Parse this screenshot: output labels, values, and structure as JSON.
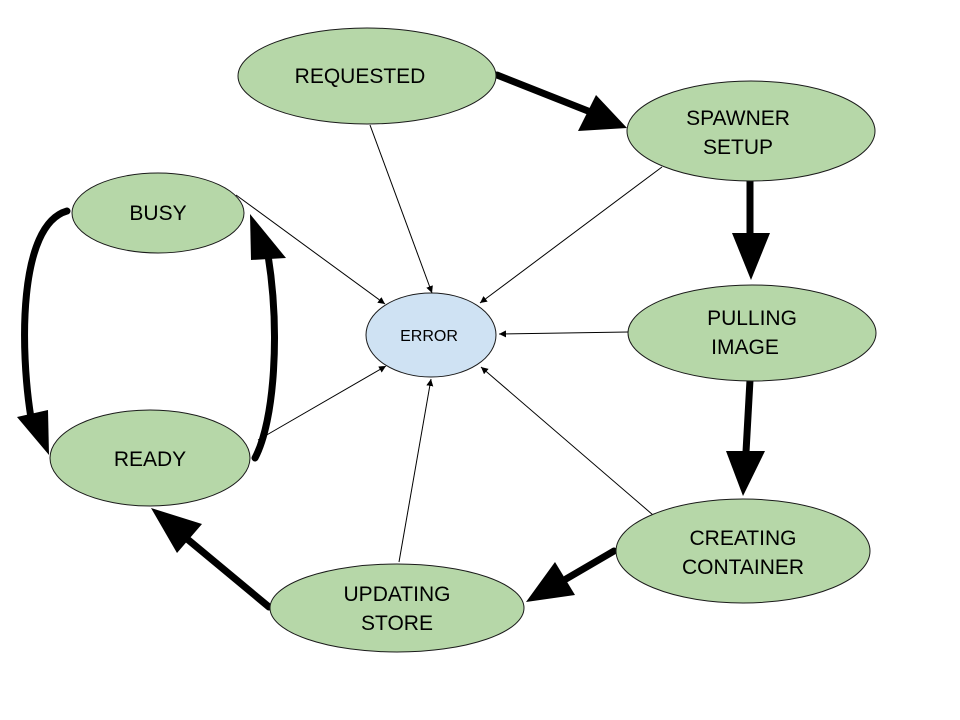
{
  "diagram": {
    "states": {
      "requested": [
        "REQUESTED"
      ],
      "spawner_setup": [
        "SPAWNER",
        "SETUP"
      ],
      "pulling_image": [
        "PULLING",
        "IMAGE"
      ],
      "creating_container": [
        "CREATING",
        "CONTAINER"
      ],
      "updating_store": [
        "UPDATING",
        "STORE"
      ],
      "ready": [
        "READY"
      ],
      "busy": [
        "BUSY"
      ],
      "error": [
        "ERROR"
      ]
    },
    "colors": {
      "state_fill": "#b6d7a8",
      "error_fill": "#cfe2f3",
      "edge": "#000000"
    },
    "transitions": [
      {
        "from": "REQUESTED",
        "to": "SPAWNER SETUP",
        "weight": "primary"
      },
      {
        "from": "SPAWNER SETUP",
        "to": "PULLING IMAGE",
        "weight": "primary"
      },
      {
        "from": "PULLING IMAGE",
        "to": "CREATING CONTAINER",
        "weight": "primary"
      },
      {
        "from": "CREATING CONTAINER",
        "to": "UPDATING STORE",
        "weight": "primary"
      },
      {
        "from": "UPDATING STORE",
        "to": "READY",
        "weight": "primary"
      },
      {
        "from": "READY",
        "to": "BUSY",
        "weight": "primary"
      },
      {
        "from": "BUSY",
        "to": "READY",
        "weight": "primary"
      },
      {
        "from": "REQUESTED",
        "to": "ERROR",
        "weight": "failure"
      },
      {
        "from": "SPAWNER SETUP",
        "to": "ERROR",
        "weight": "failure"
      },
      {
        "from": "PULLING IMAGE",
        "to": "ERROR",
        "weight": "failure"
      },
      {
        "from": "CREATING CONTAINER",
        "to": "ERROR",
        "weight": "failure"
      },
      {
        "from": "UPDATING STORE",
        "to": "ERROR",
        "weight": "failure"
      },
      {
        "from": "READY",
        "to": "ERROR",
        "weight": "failure"
      },
      {
        "from": "BUSY",
        "to": "ERROR",
        "weight": "failure"
      }
    ]
  }
}
